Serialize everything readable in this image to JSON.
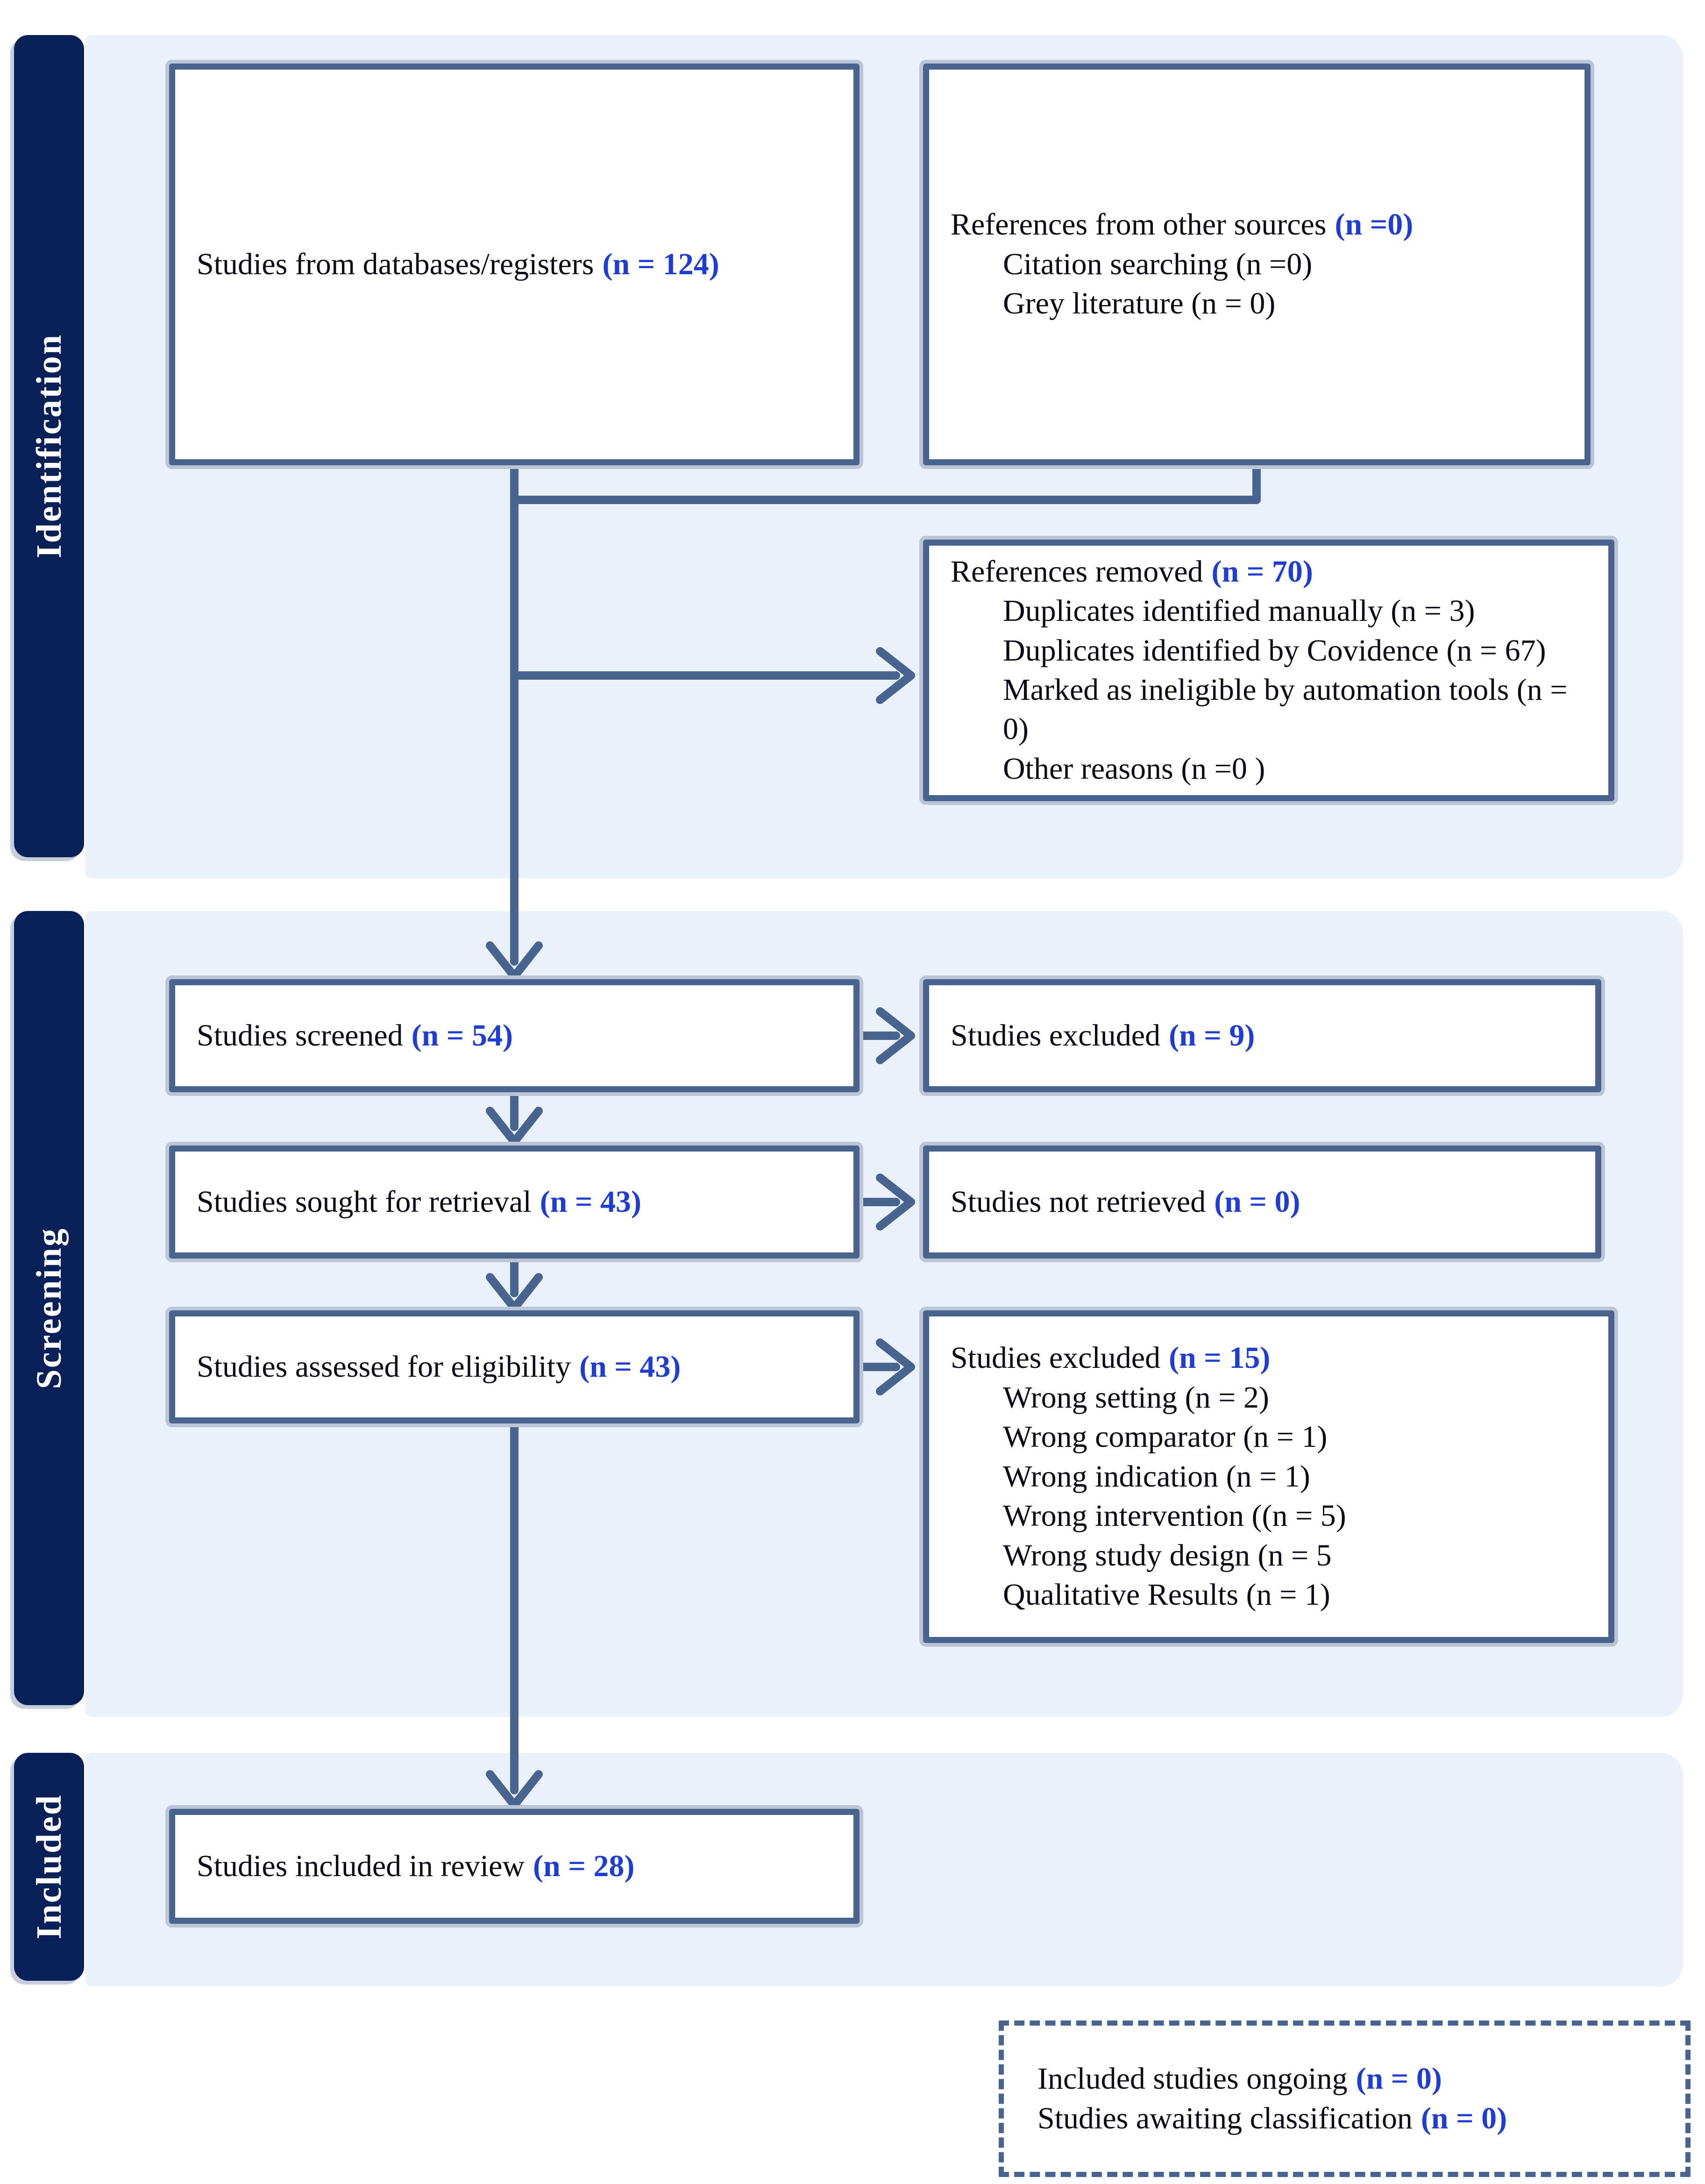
{
  "sidebar": {
    "sections": [
      {
        "label": "Identification"
      },
      {
        "label": "Screening"
      },
      {
        "label": "Included"
      }
    ]
  },
  "boxes": {
    "databases": {
      "text": "Studies from databases/registers",
      "count": "(n = 124)"
    },
    "other_sources": {
      "text": "References from other sources",
      "count": "(n =0)",
      "sublines": [
        "Citation searching (n =0)",
        "Grey literature (n = 0)"
      ]
    },
    "references_removed": {
      "text": "References removed",
      "count": "(n = 70)",
      "sublines": [
        "Duplicates identified manually (n = 3)",
        "Duplicates identified by Covidence (n = 67)",
        "Marked as ineligible by automation tools (n = 0)",
        "Other reasons (n =0 )"
      ]
    },
    "screened": {
      "text": "Studies screened",
      "count": "(n = 54)"
    },
    "excluded_screening": {
      "text": "Studies excluded",
      "count": "(n = 9)"
    },
    "sought": {
      "text": "Studies sought for retrieval",
      "count": "(n = 43)"
    },
    "not_retrieved": {
      "text": "Studies not retrieved",
      "count": "(n = 0)"
    },
    "assessed": {
      "text": "Studies assessed for eligibility",
      "count": "(n = 43)"
    },
    "excluded_eligibility": {
      "text": "Studies excluded",
      "count": "(n = 15)",
      "sublines": [
        "Wrong setting (n = 2)",
        "Wrong comparator (n = 1)",
        "Wrong indication (n = 1)",
        "Wrong intervention ((n = 5)",
        "Wrong study design (n = 5",
        "Qualitative Results (n = 1)"
      ]
    },
    "included_review": {
      "text": "Studies included in review",
      "count": "(n = 28)"
    },
    "ongoing": {
      "line1_text": "Included studies ongoing",
      "line1_count": "(n = 0)",
      "line2_text": "Studies awaiting classification",
      "line2_count": "(n = 0)"
    }
  },
  "colors": {
    "sidebar_navy": "#0a2158",
    "panel_blue": "#e9f1fc",
    "line_slate": "#4a6490",
    "count_blue": "#1f3dd2",
    "text_black": "#0b0b18",
    "shadow_gray": "#bcc5d6"
  }
}
